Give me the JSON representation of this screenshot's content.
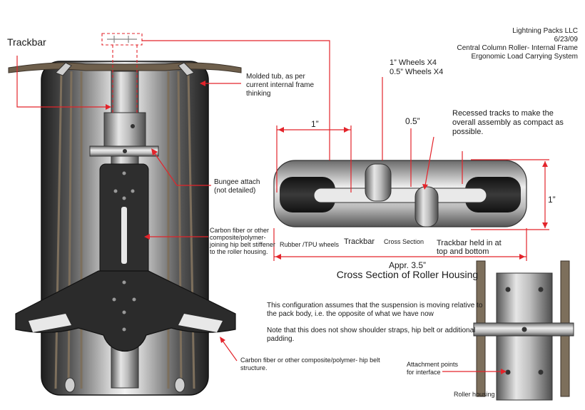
{
  "header": {
    "line1": "Lightning Packs LLC",
    "line2": "6/23/09",
    "line3": "Central Column Roller- Internal Frame",
    "line4": "Ergonomic Load Carrying System"
  },
  "labels": {
    "trackbar_left": "Trackbar",
    "molded_tub_1": "Molded tub, as per",
    "molded_tub_2": "current internal frame",
    "molded_tub_3": "thinking",
    "bungee_1": "Bungee attach",
    "bungee_2": "(not detailed)",
    "carbon1_1": "Carbon fiber or other",
    "carbon1_2": "composite/polymer-",
    "carbon1_3": "joining  hip belt stiffener",
    "carbon1_4": "to the roller housing.",
    "carbon2_1": "Carbon fiber or other composite/polymer- hip belt",
    "carbon2_2": "structure.",
    "wheels_1": "1” Wheels X4",
    "wheels_2": "0.5” Wheels X4",
    "dim_half": "0.5”",
    "dim_1in_top": "1”",
    "dim_1in_side": "1”",
    "recessed_1": "Recessed tracks to make the",
    "recessed_2": "overall assembly as compact as",
    "recessed_3": "possible.",
    "rubber": "Rubber /TPU wheels",
    "trackbar_mid": "Trackbar",
    "cross_section_small": "Cross Section",
    "trackbar_held_1": "Trackbar held in at",
    "trackbar_held_2": "top and bottom",
    "appr": "Appr. 3.5”",
    "cross_section_title": "Cross Section of Roller Housing",
    "note1_1": "This configuration assumes that the suspension is moving relative to",
    "note1_2": "the pack body, i.e. the opposite of what we have now",
    "note2_1": "Note that this does not show shoulder straps, hip belt or additional",
    "note2_2": "padding.",
    "attach_1": "Attachment points",
    "attach_2": "for interface",
    "roller_housing": "Roller housing"
  },
  "colors": {
    "accent": "#e3242b",
    "pack_dark": "#2a2a2a",
    "bungee": "#7d6f5c"
  }
}
